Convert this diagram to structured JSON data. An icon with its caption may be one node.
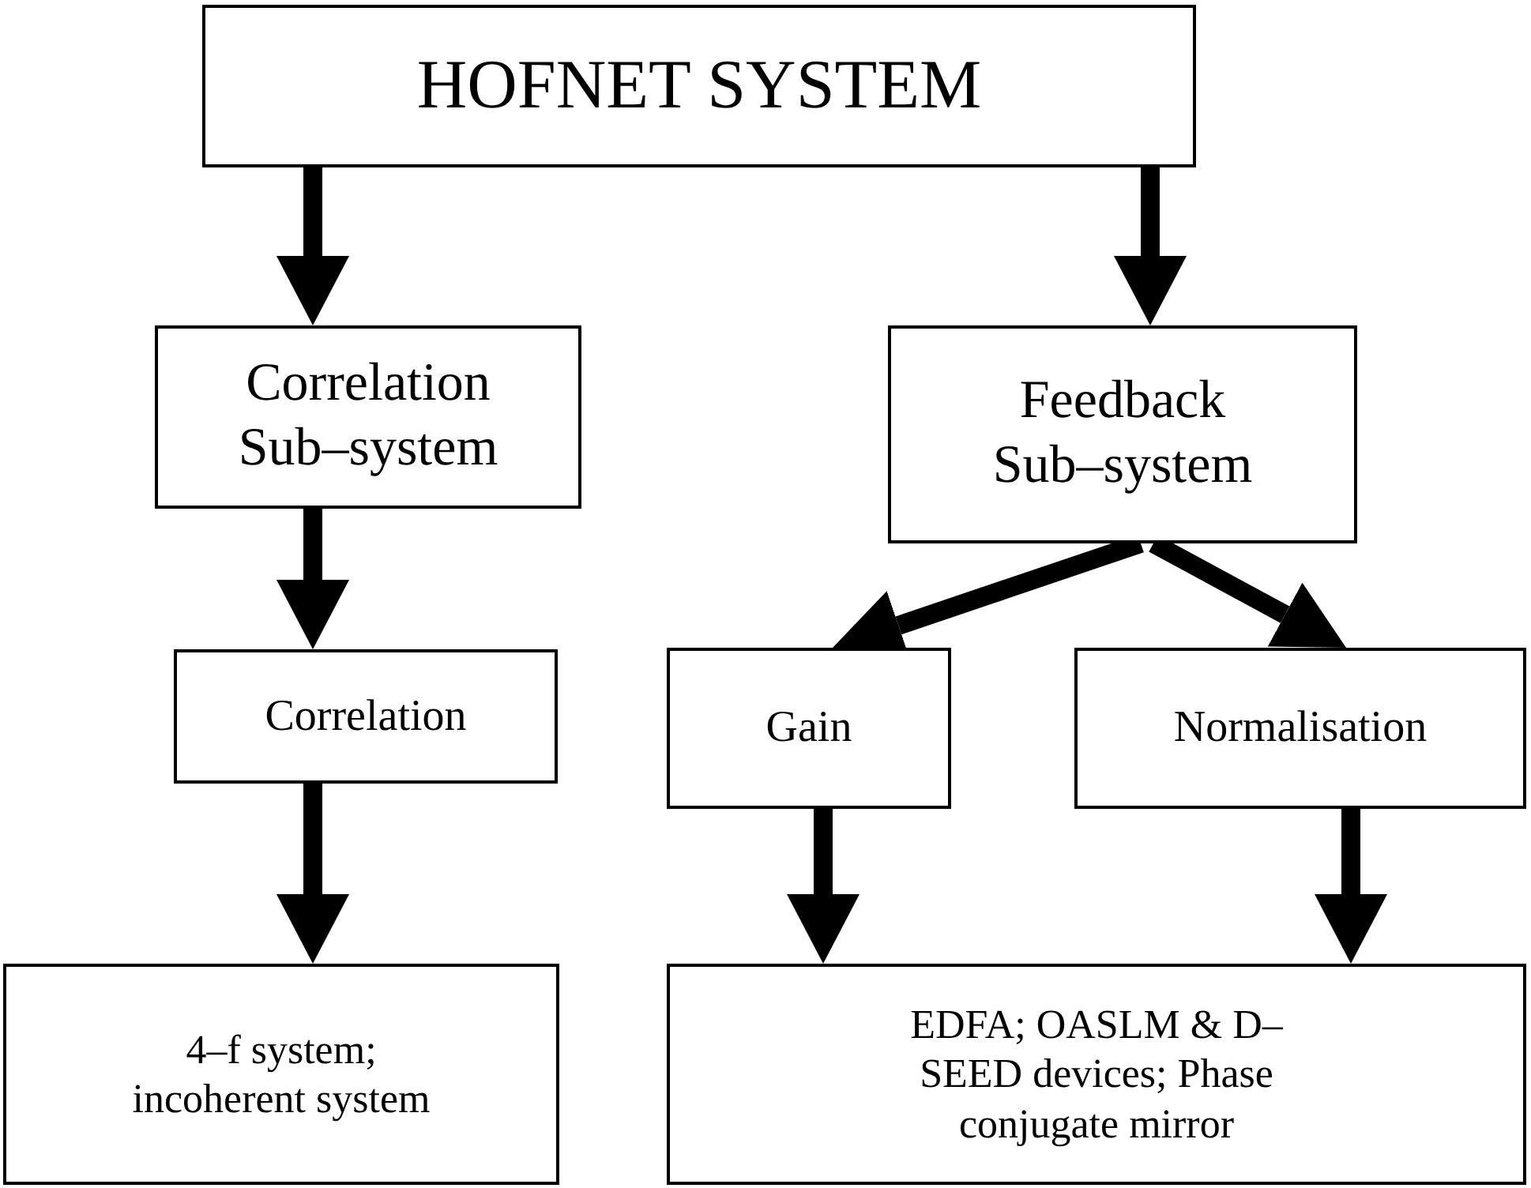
{
  "diagram": {
    "nodes": [
      {
        "text": [
          "HOFNET SYSTEM"
        ]
      },
      {
        "text": [
          "Correlation Sub–system"
        ]
      },
      {
        "text": [
          "Feedback Sub–system"
        ]
      },
      {
        "text": [
          "Correlation"
        ]
      },
      {
        "text": [
          "Gain"
        ]
      },
      {
        "text": [
          "Normalisation"
        ]
      },
      {
        "text": [
          "4–f system; incoherent system"
        ]
      },
      {
        "text": [
          "EDFA; OASLM & D–SEED devices; Phase conjugate mirror"
        ]
      }
    ],
    "edges": [
      {
        "from": 0,
        "to": 1,
        "arrow": "to"
      },
      {
        "from": 0,
        "to": 2,
        "arrow": "to"
      },
      {
        "from": 1,
        "to": 3,
        "arrow": "to"
      },
      {
        "from": 2,
        "to": 4,
        "arrow": "to"
      },
      {
        "from": 2,
        "to": 5,
        "arrow": "to"
      },
      {
        "from": 3,
        "to": 6,
        "arrow": "to"
      },
      {
        "from": 4,
        "to": 7,
        "arrow": "to"
      },
      {
        "from": 5,
        "to": 7,
        "arrow": "to"
      }
    ]
  }
}
